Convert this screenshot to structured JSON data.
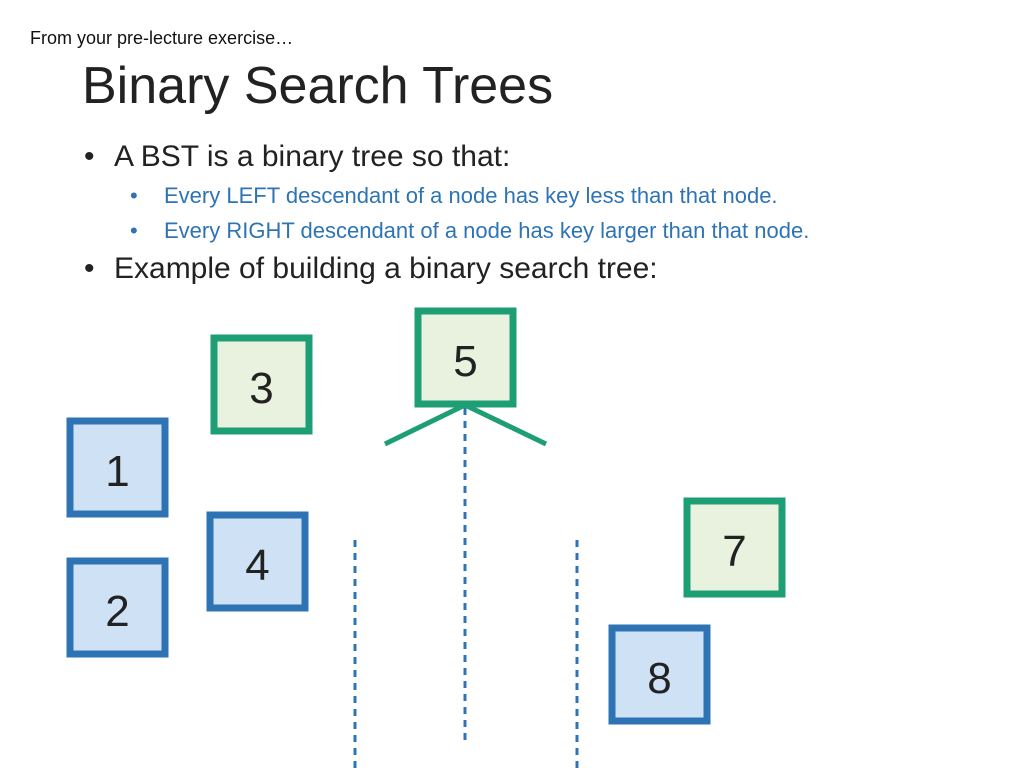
{
  "slide": {
    "pre_title": "From your pre-lecture exercise…",
    "title": "Binary Search Trees",
    "bullets": [
      {
        "text": "A BST is a binary tree so that:"
      },
      {
        "text": "Every LEFT descendant of a node has key less than that node."
      },
      {
        "text": "Every RIGHT descendant of a node has key larger than that node."
      },
      {
        "text": "Example of building a binary search tree:"
      }
    ],
    "bullet_glyph": "•"
  },
  "diagram": {
    "colors": {
      "green_border": "#1e9e74",
      "green_fill": "#e8f2de",
      "blue_border": "#2e74b5",
      "blue_fill": "#cfe2f5",
      "edge": "#1e9e74",
      "divider": "#2e74b5"
    },
    "nodes": [
      {
        "key": "5",
        "style": "green"
      },
      {
        "key": "3",
        "style": "green"
      },
      {
        "key": "1",
        "style": "blue"
      },
      {
        "key": "2",
        "style": "blue"
      },
      {
        "key": "4",
        "style": "blue"
      },
      {
        "key": "7",
        "style": "green"
      },
      {
        "key": "8",
        "style": "blue"
      }
    ]
  }
}
